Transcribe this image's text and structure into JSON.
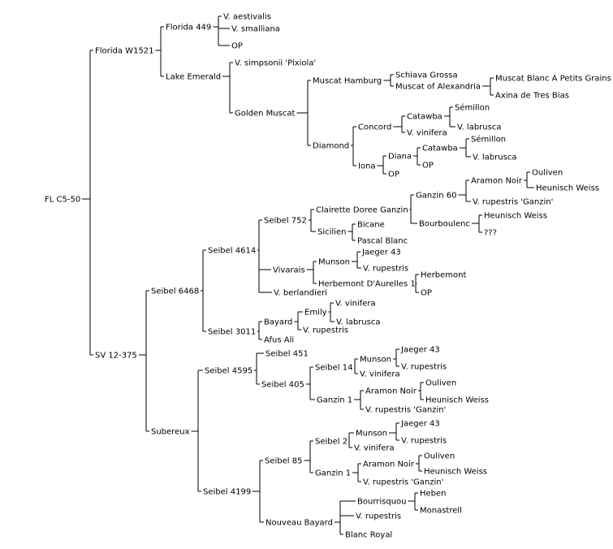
{
  "root": {
    "label": "FL C5-50",
    "children": [
      {
        "label": "Florida W1521",
        "children": [
          {
            "label": "Florida 449",
            "children": [
              {
                "label": "V. aestivalis"
              },
              {
                "label": "V. smalliana"
              },
              {
                "label": "OP"
              }
            ]
          },
          {
            "label": "Lake Emerald",
            "children": [
              {
                "label": "V. simpsonii 'Pixiola'"
              },
              {
                "label": "Golden Muscat",
                "children": [
                  {
                    "label": "Muscat Hamburg",
                    "children": [
                      {
                        "label": "Schiava Grossa"
                      },
                      {
                        "label": "Muscat of Alexandria",
                        "children": [
                          {
                            "label": "Muscat Blanc A Petits Grains"
                          },
                          {
                            "label": "Axina de Tres Bias"
                          }
                        ]
                      }
                    ]
                  },
                  {
                    "label": "Diamond",
                    "children": [
                      {
                        "label": "Concord",
                        "children": [
                          {
                            "label": "Catawba",
                            "children": [
                              {
                                "label": "Sémillon"
                              },
                              {
                                "label": "V. labrusca"
                              }
                            ]
                          },
                          {
                            "label": "V. vinifera"
                          }
                        ]
                      },
                      {
                        "label": "Iona",
                        "children": [
                          {
                            "label": "Diana",
                            "children": [
                              {
                                "label": "Catawba",
                                "children": [
                                  {
                                    "label": "Sémillon"
                                  },
                                  {
                                    "label": "V. labrusca"
                                  }
                                ]
                              },
                              {
                                "label": "OP"
                              }
                            ]
                          },
                          {
                            "label": "OP"
                          }
                        ]
                      }
                    ]
                  }
                ]
              }
            ]
          }
        ]
      },
      {
        "label": "SV 12-375",
        "children": [
          {
            "label": "Seibel 6468",
            "children": [
              {
                "label": "Seibel 4614",
                "children": [
                  {
                    "label": "Seibel 752",
                    "children": [
                      {
                        "label": "Clairette Doree Ganzin",
                        "children": [
                          {
                            "label": "Ganzin 60",
                            "children": [
                              {
                                "label": "Aramon Noir",
                                "children": [
                                  {
                                    "label": "Ouliven"
                                  },
                                  {
                                    "label": "Heunisch Weiss"
                                  }
                                ]
                              },
                              {
                                "label": "V. rupestris 'Ganzin'"
                              }
                            ]
                          },
                          {
                            "label": "Bourboulenc",
                            "children": [
                              {
                                "label": "Heunisch Weiss"
                              },
                              {
                                "label": "???"
                              }
                            ]
                          }
                        ]
                      },
                      {
                        "label": "Sicilien",
                        "children": [
                          {
                            "label": "Bicane"
                          },
                          {
                            "label": "Pascal Blanc"
                          }
                        ]
                      }
                    ]
                  },
                  {
                    "label": "Vivarais",
                    "children": [
                      {
                        "label": "Munson",
                        "children": [
                          {
                            "label": "Jaeger 43"
                          },
                          {
                            "label": "V. rupestris"
                          }
                        ]
                      },
                      {
                        "label": "Herbemont D'Aurelles 1",
                        "children": [
                          {
                            "label": "Herbemont"
                          },
                          {
                            "label": "OP"
                          }
                        ]
                      }
                    ]
                  },
                  {
                    "label": "V. berlandieri"
                  }
                ]
              },
              {
                "label": "Seibel 3011",
                "children": [
                  {
                    "label": "Bayard",
                    "children": [
                      {
                        "label": "Emily",
                        "children": [
                          {
                            "label": "V. vinifera"
                          },
                          {
                            "label": "V. labrusca"
                          }
                        ]
                      },
                      {
                        "label": "V. rupestris"
                      }
                    ]
                  },
                  {
                    "label": "Afus Ali"
                  }
                ]
              }
            ]
          },
          {
            "label": "Subereux",
            "children": [
              {
                "label": "Seibel 4595",
                "children": [
                  {
                    "label": "Seibel 451"
                  },
                  {
                    "label": "Seibel 405",
                    "children": [
                      {
                        "label": "Seibel 14",
                        "children": [
                          {
                            "label": "Munson",
                            "children": [
                              {
                                "label": "Jaeger 43"
                              },
                              {
                                "label": "V. rupestris"
                              }
                            ]
                          },
                          {
                            "label": "V. vinifera"
                          }
                        ]
                      },
                      {
                        "label": "Ganzin 1",
                        "children": [
                          {
                            "label": "Aramon Noir",
                            "children": [
                              {
                                "label": "Ouliven"
                              },
                              {
                                "label": "Heunisch Weiss"
                              }
                            ]
                          },
                          {
                            "label": "V. rupestris 'Ganzin'"
                          }
                        ]
                      }
                    ]
                  }
                ]
              },
              {
                "label": "Seibel 4199",
                "children": [
                  {
                    "label": "Seibel 85",
                    "children": [
                      {
                        "label": "Seibel 2",
                        "children": [
                          {
                            "label": "Munson",
                            "children": [
                              {
                                "label": "Jaeger 43"
                              },
                              {
                                "label": "V. rupestris"
                              }
                            ]
                          },
                          {
                            "label": "V. vinifera"
                          }
                        ]
                      },
                      {
                        "label": "Ganzin 1",
                        "children": [
                          {
                            "label": "Aramon Noir",
                            "children": [
                              {
                                "label": "Ouliven"
                              },
                              {
                                "label": "Heunisch Weiss"
                              }
                            ]
                          },
                          {
                            "label": "V. rupestris 'Ganzin'"
                          }
                        ]
                      }
                    ]
                  },
                  {
                    "label": "Nouveau Bayard",
                    "children": [
                      {
                        "label": "Bourrisquou",
                        "children": [
                          {
                            "label": "Heben"
                          },
                          {
                            "label": "Monastrell"
                          }
                        ]
                      },
                      {
                        "label": "V. rupestris"
                      },
                      {
                        "label": "Blanc Royal"
                      }
                    ]
                  }
                ]
              }
            ]
          }
        ]
      }
    ]
  }
}
